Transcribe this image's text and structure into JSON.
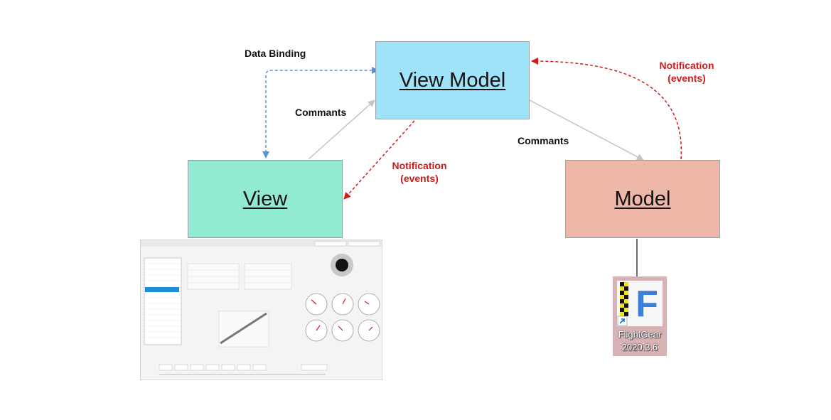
{
  "nodes": {
    "view_model": "View Model",
    "view": "View",
    "model": "Model"
  },
  "edges": {
    "data_binding": "Data Binding",
    "commands_view_to_vm": "Commants",
    "commands_vm_to_model": "Commants",
    "notification_vm_to_view": [
      "Notification",
      "(events)"
    ],
    "notification_model_to_vm": [
      "Notification",
      "(events)"
    ]
  },
  "shortcut": {
    "label_line1": "FlightGear",
    "label_line2": "2020.3.6",
    "logo_letter": "F",
    "icon": "flightgear-shortcut-icon"
  },
  "colors": {
    "view_model_fill": "#9ee3f8",
    "view_fill": "#92ead2",
    "model_fill": "#eeb7a7",
    "binding_arrow": "#5b8fd6",
    "notification_arrow": "#d11a1a",
    "command_arrow": "#c4c4c4"
  }
}
